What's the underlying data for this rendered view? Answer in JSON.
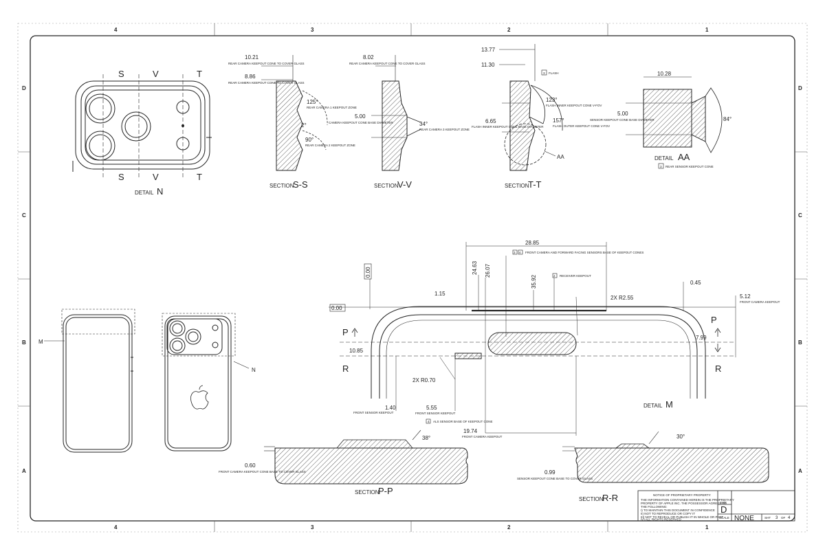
{
  "zones": {
    "top": [
      "4",
      "3",
      "2",
      "1"
    ],
    "side": [
      "D",
      "C",
      "B",
      "A"
    ]
  },
  "views": {
    "detail_n": {
      "title": "DETAIL",
      "letter": "N",
      "s": "S",
      "v": "V",
      "t": "T"
    },
    "section_ss": {
      "title": "SECTION",
      "letter": "S-S",
      "d1": "10.21",
      "d1_note": "REAR CAMERA KEEPOUT CONE TO COVER GLASS",
      "d2": "8.86",
      "d2_note": "REAR CAMERA KEEPOUT CONE TO COVER GLASS",
      "a1": "125°",
      "a1_note": "REAR CAMERA 1 KEEPOUT ZONE",
      "a2": "90°",
      "a2_note": "REAR CAMERA 2 KEEPOUT ZONE",
      "r": "2°"
    },
    "section_vv": {
      "title": "SECTION",
      "letter": "V-V",
      "d1": "8.02",
      "d1_note": "REAR CAMERA KEEPOUT CONE TO COVER GLASS",
      "d2": "5.00",
      "d2_note": "CAMERA KEEPOUT CONE BASE DIAMETER",
      "a1": "34°",
      "a1_note": "REAR CAMERA 3 KEEPOUT ZONE"
    },
    "section_tt": {
      "title": "SECTION",
      "letter": "T-T",
      "d1": "13.77",
      "d2": "11.30",
      "d3": "6.65",
      "d3_note": "FLASH INNER KEEPOUT CONE BASE DIAMETER",
      "flash": "FLASH",
      "flash_num": "3",
      "a1": "123°",
      "a1_note": "FLASH INNER KEEPOUT CONE V-FOV",
      "a2": "157°",
      "a2_note": "FLASH OUTER KEEPOUT CONE V-FOV",
      "aa": "AA"
    },
    "detail_aa": {
      "title": "DETAIL",
      "letter": "AA",
      "d1": "10.28",
      "d2": "5.00",
      "d2_note": "SENSOR KEEPOUT CONE BASE DIAMETER",
      "a1": "84°",
      "note_num": "3",
      "note": "REAR SENSOR KEEPOUT CONE"
    },
    "detail_m": {
      "title": "DETAIL",
      "letter": "M",
      "d_000a": "0.00",
      "d_000b": "0.00",
      "d_2885": "28.85",
      "d_2463": "24.63",
      "d_2607": "26.07",
      "d_3592": "35.92",
      "d_115": "1.15",
      "d_045": "0.45",
      "d_512": "5.12",
      "d_512_note": "FRONT CAMERA KEEPOUT",
      "d_799": "7.99",
      "d_1085": "10.85",
      "r1": "2X R2.55",
      "r2": "2X R0.70",
      "d_140": "1.40",
      "d_140_note": "FRONT SENSOR KEEPOUT",
      "d_555": "5.55",
      "d_555_note": "FRONT SENSOR KEEPOUT",
      "d_1974": "19.74",
      "d_1974_note": "FRONT CAMERA KEEPOUT",
      "note_front_num1": "3",
      "note_front_num2": "4",
      "note_front": "FRONT CAMERA AND FORWARD FACING SENSORS BASE OF KEEPOUT CONES",
      "note_recv_num": "2",
      "note_recv": "RECEIVER KEEPOUT",
      "note_als_num": "4",
      "note_als": "ALS SENSOR BASE OF KEEPOUT CONE",
      "p": "P",
      "r": "R"
    },
    "section_pp": {
      "title": "SECTION",
      "letter": "P-P",
      "a1": "38°",
      "d1": "0.60",
      "d1_note": "FRONT CAMERA KEEPOUT CONE BASE TO COVER GLASS"
    },
    "section_rr": {
      "title": "SECTION",
      "letter": "R-R",
      "a1": "30°",
      "d1": "0.99",
      "d1_note": "SENSOR KEEPOUT CONE BASE TO COVER GLASS"
    },
    "phone_views": {
      "m": "M",
      "n": "N"
    }
  },
  "title_block": {
    "notice_title": "NOTICE OF PROPRIETARY PROPERTY:",
    "notice_lines": [
      "THE INFORMATION CONTAINED HEREIN IS THE PROPRIETARY",
      "PROPERTY OF APPLE INC. THE POSSESSOR AGREES TO",
      "THE FOLLOWING:",
      "I) TO MAINTAIN THIS DOCUMENT IN CONFIDENCE",
      "II) NOT TO REPRODUCE OR COPY IT",
      "III) NOT TO REVEAL OR PUBLISH IT IN WHOLE OR PART",
      "IV) ALL RIGHTS RESERVED"
    ],
    "size_label": "SIZE",
    "size": "D",
    "scale_label": "SCALE",
    "scale": "NONE",
    "sheet_label": "SHT",
    "sheet": "3",
    "of_label": "OF",
    "sheets": "4"
  }
}
